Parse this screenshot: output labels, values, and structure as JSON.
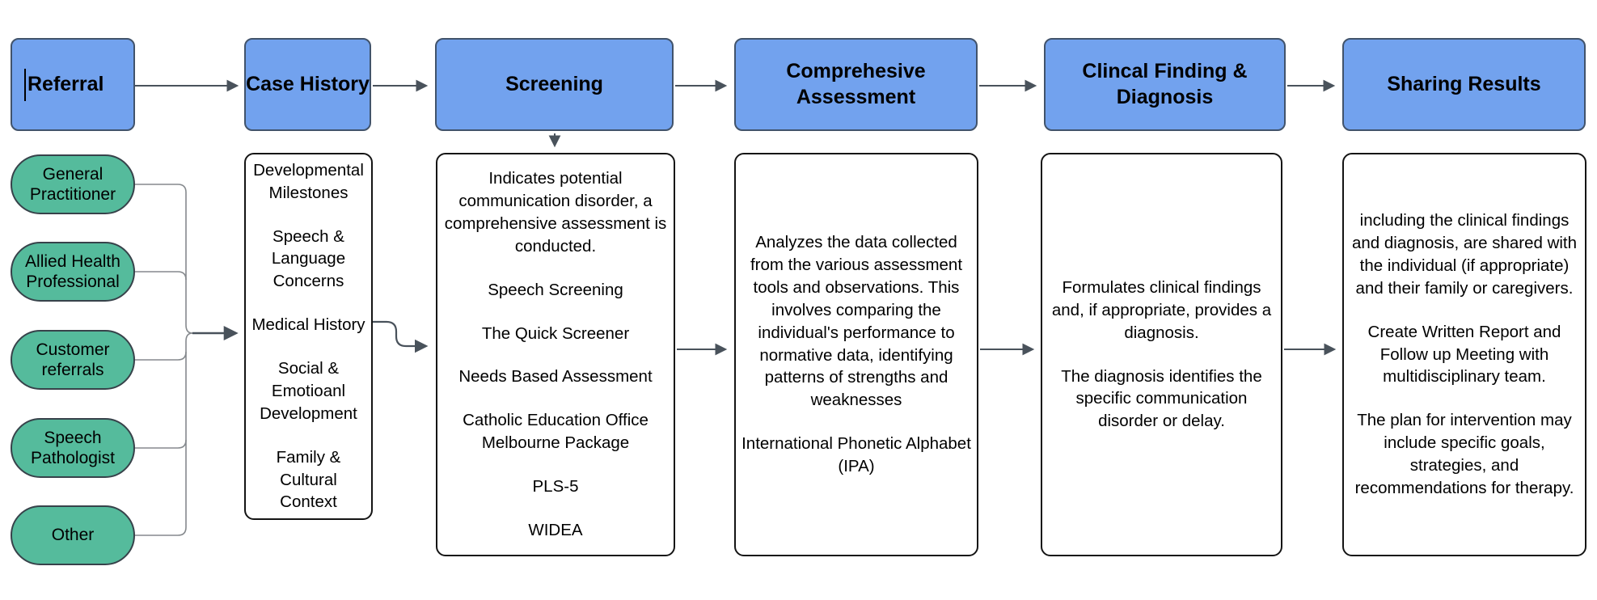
{
  "colors": {
    "stage_fill": "#72a2ee",
    "stage_border": "#41536b",
    "source_fill": "#55bb9c",
    "source_border": "#37424a",
    "detail_border": "#141414",
    "connector_dark": "#49525b",
    "connector_light": "#85898d"
  },
  "stages": [
    {
      "label": "Referral"
    },
    {
      "label": "Case History"
    },
    {
      "label": "Screening"
    },
    {
      "label": "Comprehesive Assessment"
    },
    {
      "label": "Clincal Finding & Diagnosis"
    },
    {
      "label": "Sharing Results"
    }
  ],
  "referral_sources": [
    {
      "label": "General Practitioner"
    },
    {
      "label": "Allied Health Professional"
    },
    {
      "label": "Customer referrals"
    },
    {
      "label": "Speech Pathologist"
    },
    {
      "label": "Other"
    }
  ],
  "details": {
    "case_history": [
      "Developmental Milestones",
      "Speech & Language Concerns",
      "Medical History",
      "Social & Emotioanl Development",
      "Family & Cultural Context"
    ],
    "screening": [
      "Indicates  potential communication disorder, a comprehensive assessment is conducted.",
      "Speech Screening",
      "The Quick Screener",
      "Needs Based Assessment",
      "Catholic Education Office Melbourne Package",
      "PLS-5",
      "WIDEA"
    ],
    "comprehensive_assessment": [
      "Analyzes the data collected from the various assessment tools and observations. This involves comparing the individual's performance to normative data, identifying patterns of strengths and weaknesses",
      "International Phonetic Alphabet (IPA)"
    ],
    "clinical_finding": [
      "Formulates clinical findings and, if appropriate, provides a diagnosis.",
      "The diagnosis identifies the specific communication disorder or delay."
    ],
    "sharing_results": [
      "including the clinical findings and diagnosis, are shared with the individual (if appropriate) and their family or caregivers.",
      "Create Written Report and Follow up Meeting with multidisciplinary team.",
      "The plan for intervention may include specific goals, strategies, and recommendations for therapy."
    ]
  }
}
